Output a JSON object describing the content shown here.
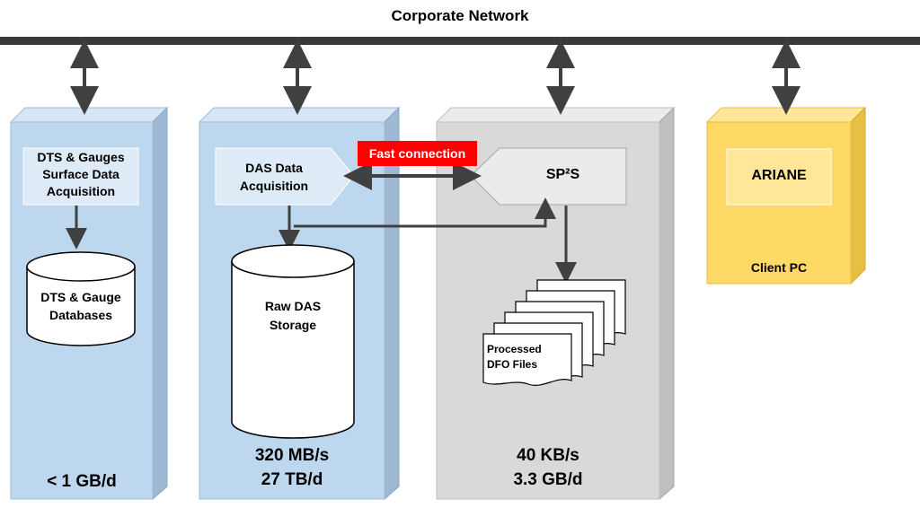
{
  "network": {
    "title": "Corporate Network"
  },
  "colors": {
    "blue_front": "#bdd7ee",
    "blue_top": "#d6e6f5",
    "blue_side": "#9fb8d3",
    "gray_front": "#d9d9d9",
    "gray_top": "#ebebeb",
    "gray_side": "#bfbfbf",
    "yellow_front": "#ffd966",
    "yellow_top": "#ffe699",
    "yellow_side": "#e6bf45",
    "red": "#ff0000",
    "bar": "#3a3a3a"
  },
  "column1": {
    "box_label": [
      "DTS & Gauges",
      "Surface Data",
      "Acquisition"
    ],
    "db_label": [
      "DTS & Gauge",
      "Databases"
    ],
    "rate": "< 1 GB/d"
  },
  "column2": {
    "box_label": [
      "DAS Data",
      "Acquisition"
    ],
    "db_label": [
      "Raw DAS",
      "Storage"
    ],
    "rate1": "320 MB/s",
    "rate2": "27 TB/d"
  },
  "column3": {
    "box_label": "SP²S",
    "files_label": [
      "Processed",
      "DFO  Files"
    ],
    "rate1": "40 KB/s",
    "rate2": "3.3 GB/d"
  },
  "column4": {
    "box_label": "ARIANE",
    "caption": "Client PC"
  },
  "fast_connection": "Fast connection"
}
